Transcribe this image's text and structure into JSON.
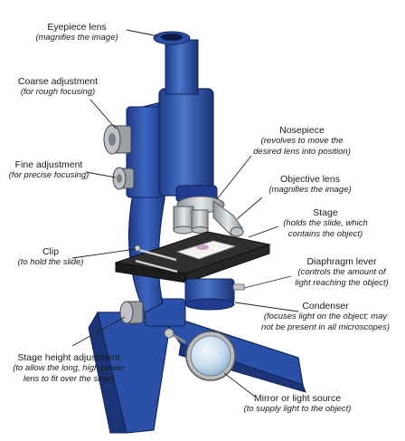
{
  "labels": {
    "eyepiece": {
      "title": "Eyepiece lens",
      "sub": "(magnifies the image)"
    },
    "coarse": {
      "title": "Coarse adjustment",
      "sub": "(for rough focusing)"
    },
    "fine": {
      "title": "Fine adjustment",
      "sub": "(for precise focusing)"
    },
    "clip": {
      "title": "Clip",
      "sub": "(to hold the slide)"
    },
    "stage_height": {
      "title": "Stage height adjustment",
      "sub1": "(to allow the long, high power",
      "sub2": "lens to fit over the slide)"
    },
    "nosepiece": {
      "title": "Nosepiece",
      "sub1": "(revolves to move the",
      "sub2": "desired lens into position)"
    },
    "objective": {
      "title": "Objective lens",
      "sub": "(magnifies the image)"
    },
    "stage": {
      "title": "Stage",
      "sub1": "(holds the slide, which",
      "sub2": "contains the object)"
    },
    "diaphragm": {
      "title": "Diaphragm lever",
      "sub1": "(controls the amount of",
      "sub2": "light reaching the object)"
    },
    "condenser": {
      "title": "Condenser",
      "sub1": "(focuses light on the object; may",
      "sub2": "not be present in all microscopes)"
    },
    "mirror": {
      "title": "Mirror or light source",
      "sub": "(to supply light to the object)"
    }
  },
  "colors": {
    "body_blue": "#2b50a8",
    "dark_blue": "#1a2f6e",
    "light_blue": "#5b82d0",
    "stage_dark": "#2a2a2a",
    "silver": "#c4c8cc",
    "pointer": "#222222"
  }
}
